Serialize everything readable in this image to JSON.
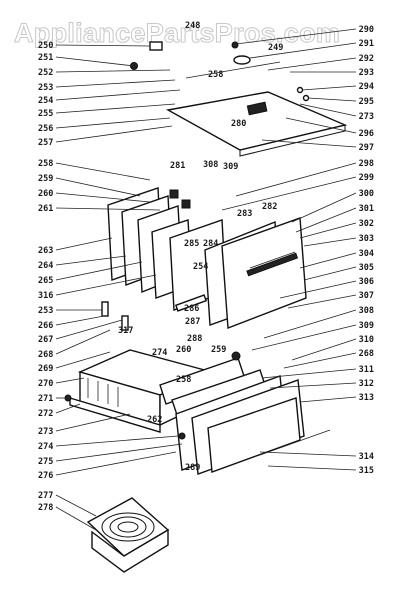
{
  "watermark": "AppliancePartsPros.com",
  "labels_left": [
    "250",
    "251",
    "252",
    "253",
    "254",
    "255",
    "256",
    "257",
    "258",
    "259",
    "260",
    "261",
    "263",
    "264",
    "265",
    "316",
    "253",
    "266",
    "267",
    "268",
    "269",
    "270",
    "271",
    "272",
    "273",
    "274",
    "275",
    "276",
    "277",
    "278"
  ],
  "labels_right": [
    "290",
    "291",
    "292",
    "293",
    "294",
    "295",
    "273",
    "296",
    "297",
    "298",
    "299",
    "300",
    "301",
    "302",
    "303",
    "304",
    "305",
    "306",
    "307",
    "308",
    "309",
    "310",
    "268",
    "311",
    "312",
    "313",
    "314",
    "315"
  ],
  "labels_inner": [
    "248",
    "249",
    "258",
    "280",
    "281",
    "308",
    "309",
    "283",
    "282",
    "285",
    "284",
    "254",
    "286",
    "287",
    "288",
    "317",
    "274",
    "260",
    "259",
    "258",
    "262",
    "289"
  ]
}
